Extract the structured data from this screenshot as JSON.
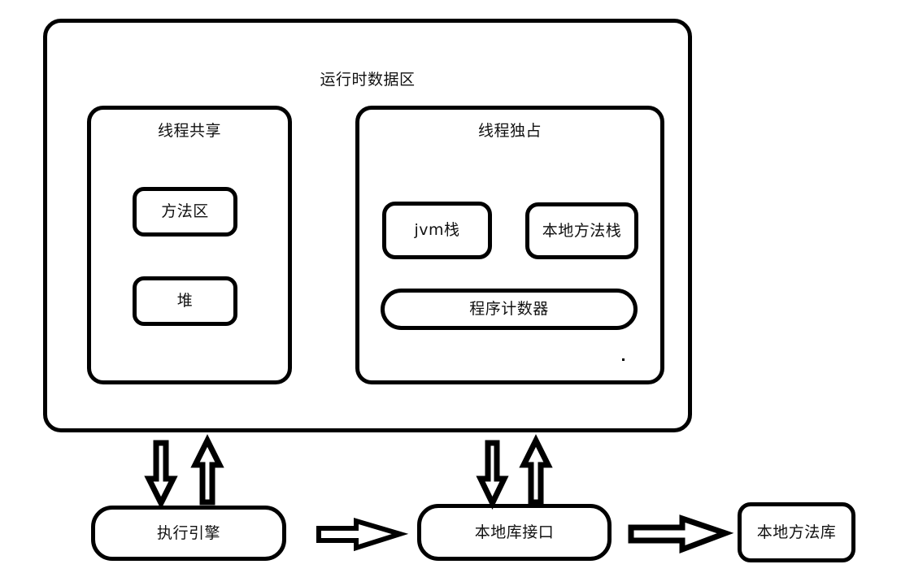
{
  "diagram": {
    "title": "运行时数据区",
    "groups": [
      {
        "id": "shared",
        "label": "线程共享"
      },
      {
        "id": "exclusive",
        "label": "线程独占"
      }
    ],
    "regions": [
      {
        "id": "method-area",
        "label": "方法区"
      },
      {
        "id": "heap",
        "label": "堆"
      },
      {
        "id": "jvm-stack",
        "label": "jvm栈"
      },
      {
        "id": "native-method-stack",
        "label": "本地方法栈"
      },
      {
        "id": "pc-register",
        "label": "程序计数器"
      }
    ],
    "components": [
      {
        "id": "exec-engine",
        "label": "执行引擎"
      },
      {
        "id": "native-lib-interface",
        "label": "本地库接口"
      },
      {
        "id": "native-method-lib",
        "label": "本地方法库"
      }
    ],
    "connectors": [
      {
        "id": "down-left",
        "icon": "arrow-down-icon",
        "direction": "down",
        "from": "运行时数据区",
        "to": "执行引擎"
      },
      {
        "id": "up-left",
        "icon": "arrow-up-icon",
        "direction": "up",
        "from": "执行引擎",
        "to": "运行时数据区"
      },
      {
        "id": "down-right",
        "icon": "arrow-down-icon",
        "direction": "down",
        "from": "运行时数据区",
        "to": "本地库接口"
      },
      {
        "id": "up-right",
        "icon": "arrow-up-icon",
        "direction": "up",
        "from": "本地库接口",
        "to": "运行时数据区"
      },
      {
        "id": "right-1",
        "icon": "arrow-right-icon",
        "direction": "right",
        "from": "执行引擎",
        "to": "本地库接口"
      },
      {
        "id": "right-2",
        "icon": "arrow-right-icon",
        "direction": "right",
        "from": "本地库接口",
        "to": "本地方法库"
      }
    ],
    "colors": {
      "stroke": "#000000",
      "fill": "#ffffff",
      "text": "#111111"
    }
  }
}
